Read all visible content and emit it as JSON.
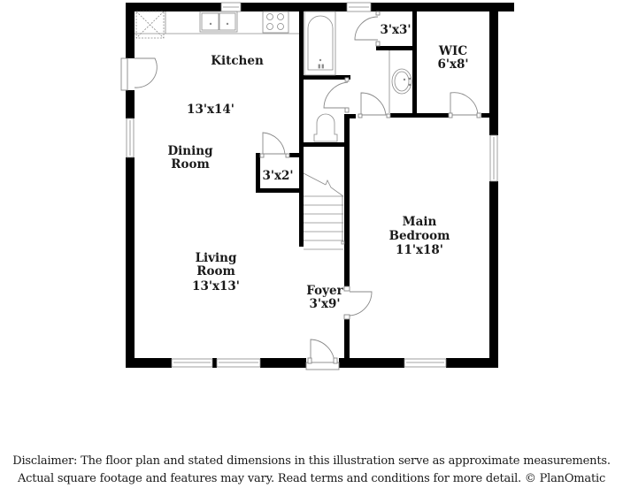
{
  "floor_plan": {
    "rooms": [
      {
        "id": "kitchen",
        "name": "Kitchen",
        "dimensions": "13'x14'"
      },
      {
        "id": "dining-room",
        "name": "Dining Room",
        "name_lines": [
          "Dining",
          "Room"
        ],
        "dimensions": ""
      },
      {
        "id": "living-room",
        "name": "Living Room",
        "name_lines": [
          "Living",
          "Room"
        ],
        "dimensions": "13'x13'"
      },
      {
        "id": "foyer",
        "name": "Foyer",
        "dimensions": "3'x9'"
      },
      {
        "id": "main-bedroom",
        "name": "Main Bedroom",
        "name_lines": [
          "Main",
          "Bedroom"
        ],
        "dimensions": "11'x18'"
      },
      {
        "id": "wic",
        "name": "WIC",
        "dimensions": "6'x8'"
      },
      {
        "id": "closet-hall",
        "name": "",
        "dimensions": "3'x3'"
      },
      {
        "id": "closet-dining",
        "name": "",
        "dimensions": "3'x2'"
      }
    ],
    "colors": {
      "wall": "#000000",
      "fixture": "#8a8a8a",
      "background": "#ffffff",
      "text": "#1a1a1a"
    }
  },
  "labels": {
    "kitchen": "Kitchen",
    "kitchen_dim": "13'x14'",
    "dining_1": "Dining",
    "dining_2": "Room",
    "living_1": "Living",
    "living_2": "Room",
    "living_dim": "13'x13'",
    "foyer": "Foyer",
    "foyer_dim": "3'x9'",
    "bedroom_1": "Main",
    "bedroom_2": "Bedroom",
    "bedroom_dim": "11'x18'",
    "wic": "WIC",
    "wic_dim": "6'x8'",
    "closet_hall_dim": "3'x3'",
    "closet_dining_dim": "3'x2'"
  },
  "disclaimer": {
    "line1": "Disclaimer: The floor plan and stated dimensions in this illustration serve as approximate measurements.",
    "line2": "Actual square footage and features may vary. Read terms and conditions for more detail. © PlanOmatic"
  }
}
